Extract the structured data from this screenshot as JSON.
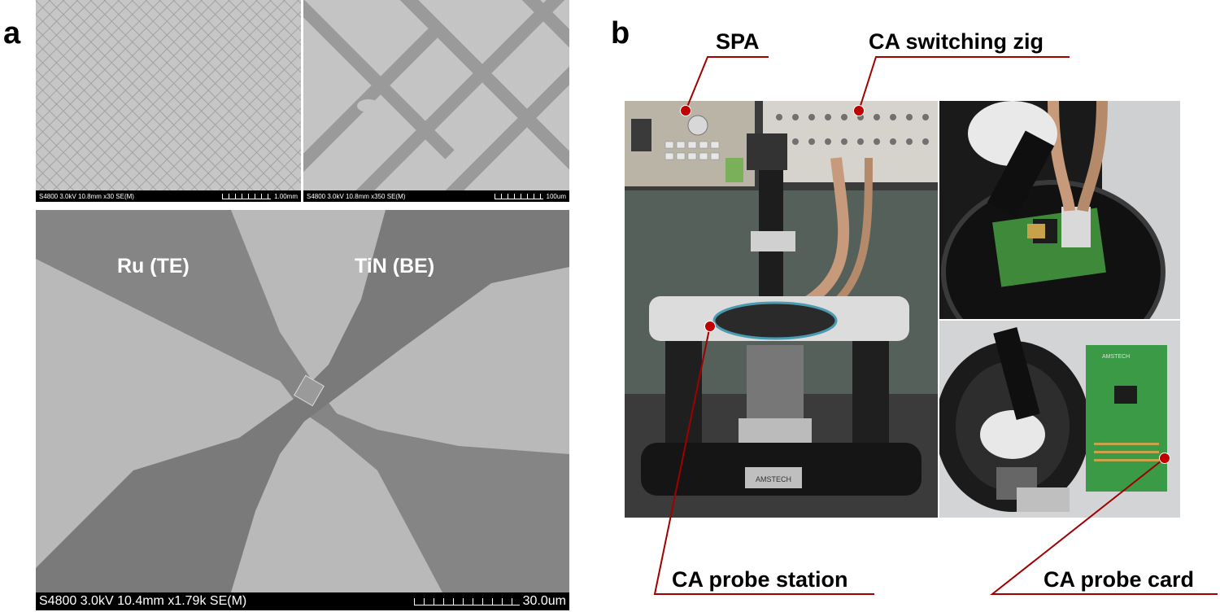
{
  "panel_a": {
    "letter": "a",
    "sem_top_left": {
      "info": "S4800 3.0kV 10.8mm x30 SE(M)",
      "scale": "1.00mm"
    },
    "sem_top_right": {
      "info": "S4800 3.0kV 10.8mm x350 SE(M)",
      "scale": "100um"
    },
    "sem_bottom": {
      "info": "S4800 3.0kV 10.4mm x1.79k SE(M)",
      "scale": "30.0um",
      "label_left": "Ru (TE)",
      "label_right": "TiN (BE)"
    }
  },
  "panel_b": {
    "letter": "b",
    "callouts": {
      "spa": "SPA",
      "switching": "CA switching zig",
      "probe_station": "CA probe station",
      "probe_card": "CA probe card"
    },
    "plaque_text": "AMSTECH",
    "card_text": "AMSTECH"
  },
  "colors": {
    "callout_line": "#a00000",
    "callout_dot": "#c00000"
  }
}
